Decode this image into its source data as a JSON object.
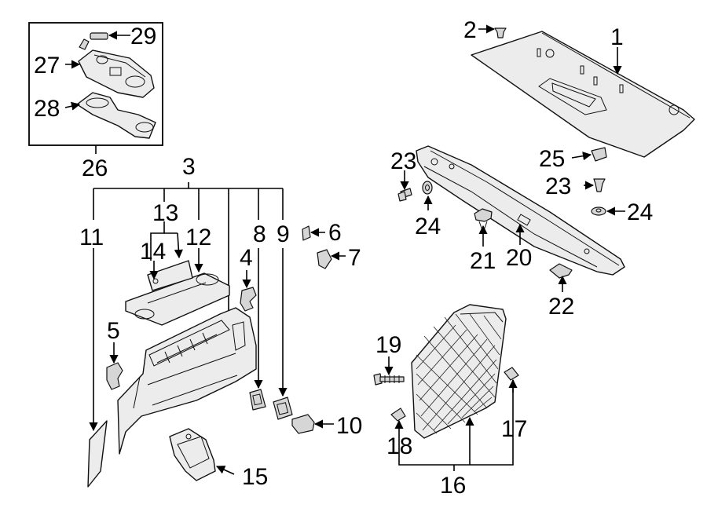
{
  "callouts": {
    "c1": "1",
    "c2": "2",
    "c3": "3",
    "c4": "4",
    "c5": "5",
    "c6": "6",
    "c7": "7",
    "c8": "8",
    "c9": "9",
    "c10": "10",
    "c11": "11",
    "c12": "12",
    "c13": "13",
    "c14": "14",
    "c15": "15",
    "c16": "16",
    "c17": "17",
    "c18": "18",
    "c19": "19",
    "c20": "20",
    "c21": "21",
    "c22": "22",
    "c23a": "23",
    "c23b": "23",
    "c24a": "24",
    "c24b": "24",
    "c25": "25",
    "c26": "26",
    "c27": "27",
    "c28": "28",
    "c29": "29"
  }
}
